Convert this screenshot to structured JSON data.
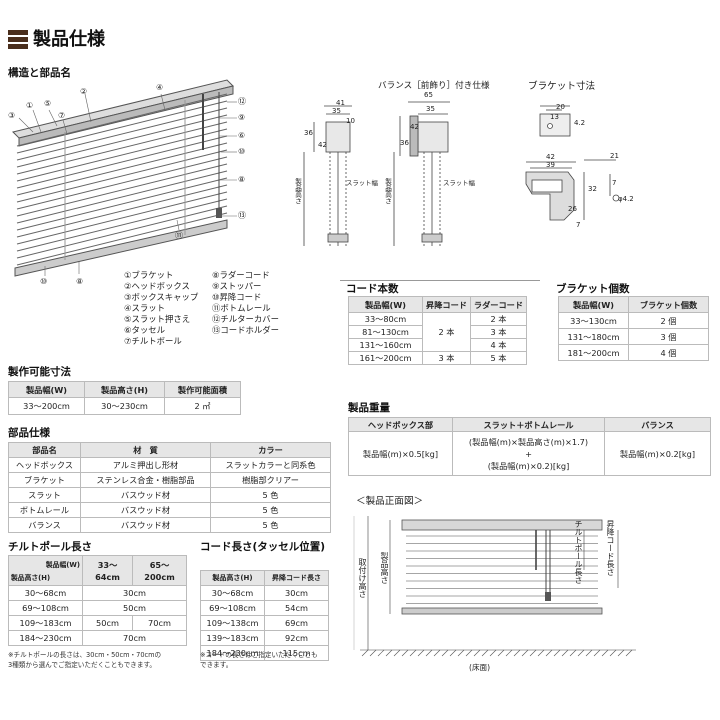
{
  "page_title": "製品仕様",
  "structure": {
    "heading": "構造と部品名",
    "callouts": [
      "①",
      "②",
      "③",
      "④",
      "⑤",
      "⑥",
      "⑦",
      "⑧",
      "⑨",
      "⑩",
      "⑪",
      "⑫",
      "⑬"
    ],
    "legend_left": [
      "①ブラケット",
      "②ヘッドボックス",
      "③ボックスキャップ",
      "④スラット",
      "⑤スラット押さえ",
      "⑥タッセル",
      "⑦チルトボール"
    ],
    "legend_right": [
      "⑧ラダーコード",
      "⑨ストッパー",
      "⑩昇降コード",
      "⑪ボトムレール",
      "⑫チルターカバー",
      "⑬コードホルダー"
    ]
  },
  "valance": {
    "title": "バランス［前飾り］付き仕様",
    "dims_left": [
      "41",
      "35",
      "10",
      "36",
      "42"
    ],
    "dims_right": [
      "65",
      "42",
      "35",
      "36"
    ],
    "slat_label": "スラット幅",
    "height_label": "製品高さ"
  },
  "bracket": {
    "title": "ブラケット寸法",
    "dims": [
      "20",
      "13",
      "4.2",
      "42",
      "21",
      "39",
      "32",
      "7",
      "26",
      "7",
      "φ4.2"
    ]
  },
  "cord_count": {
    "heading": "コード本数",
    "headers": [
      "製品幅(W)",
      "昇降コード",
      "ラダーコード"
    ],
    "rows": [
      [
        "33～80cm",
        "",
        "2 本"
      ],
      [
        "81～130cm",
        "2 本",
        "3 本"
      ],
      [
        "131～160cm",
        "",
        "4 本"
      ],
      [
        "161～200cm",
        "3 本",
        "5 本"
      ]
    ]
  },
  "bracket_count": {
    "heading": "ブラケット個数",
    "headers": [
      "製品幅(W)",
      "ブラケット個数"
    ],
    "rows": [
      [
        "33～130cm",
        "2 個"
      ],
      [
        "131～180cm",
        "3 個"
      ],
      [
        "181～200cm",
        "4 個"
      ]
    ]
  },
  "size_range": {
    "heading": "製作可能寸法",
    "headers": [
      "製品幅(W)",
      "製品高さ(H)",
      "製作可能面積"
    ],
    "row": [
      "33～200cm",
      "30～230cm",
      "2 ㎡"
    ]
  },
  "weight": {
    "heading": "製品重量",
    "headers": [
      "ヘッドボックス部",
      "スラット＋ボトムレール",
      "バランス"
    ],
    "head": "製品幅(m)×0.5[kg]",
    "slat_line1": "(製品幅(m)×製品高さ(m)×1.7)",
    "slat_plus": "+",
    "slat_line2": "(製品幅(m)×0.2)[kg]",
    "valance": "製品幅(m)×0.2[kg]"
  },
  "parts": {
    "heading": "部品仕様",
    "headers": [
      "部品名",
      "材　質",
      "カラー"
    ],
    "rows": [
      [
        "ヘッドボックス",
        "アルミ押出し形材",
        "スラットカラーと同系色"
      ],
      [
        "ブラケット",
        "ステンレス合金・樹脂部品",
        "樹脂部クリアー"
      ],
      [
        "スラット",
        "バスウッド材",
        "5 色"
      ],
      [
        "ボトムレール",
        "バスウッド材",
        "5 色"
      ],
      [
        "バランス",
        "バスウッド材",
        "5 色"
      ]
    ]
  },
  "tilt_pole": {
    "heading": "チルトポール長さ",
    "header_w": "製品幅(W)",
    "header_h": "製品高さ(H)",
    "col1": [
      "33～",
      "64cm"
    ],
    "col2": [
      "65～",
      "200cm"
    ],
    "rows": [
      [
        "30～68cm",
        "30cm"
      ],
      [
        "69～108cm",
        "50cm"
      ],
      [
        "109～183cm",
        "50cm",
        "70cm"
      ],
      [
        "184～230cm",
        "70cm"
      ]
    ],
    "note_line1": "※チルトポールの長さは、30cm・50cm・70cmの",
    "note_line2": "3種類から選んでご指定いただくこともできます。"
  },
  "cord_length": {
    "heading": "コード長さ(タッセル位置)",
    "headers": [
      "製品高さ(H)",
      "昇降コード長さ"
    ],
    "rows": [
      [
        "30～68cm",
        "30cm"
      ],
      [
        "69～108cm",
        "54cm"
      ],
      [
        "109～138cm",
        "69cm"
      ],
      [
        "139～183cm",
        "92cm"
      ],
      [
        "184～230cm",
        "115cm"
      ]
    ],
    "note_line1": "※コードの長さはご指定いただくことも",
    "note_line2": "できます。"
  },
  "front_view": {
    "title": "＜製品正面図＞",
    "tilt_label": "チルトポール長さ",
    "cord_label": "昇降コード長さ",
    "height_label": "製品高さ",
    "install_label": "取付け高さ",
    "floor_label": "(床面)"
  }
}
